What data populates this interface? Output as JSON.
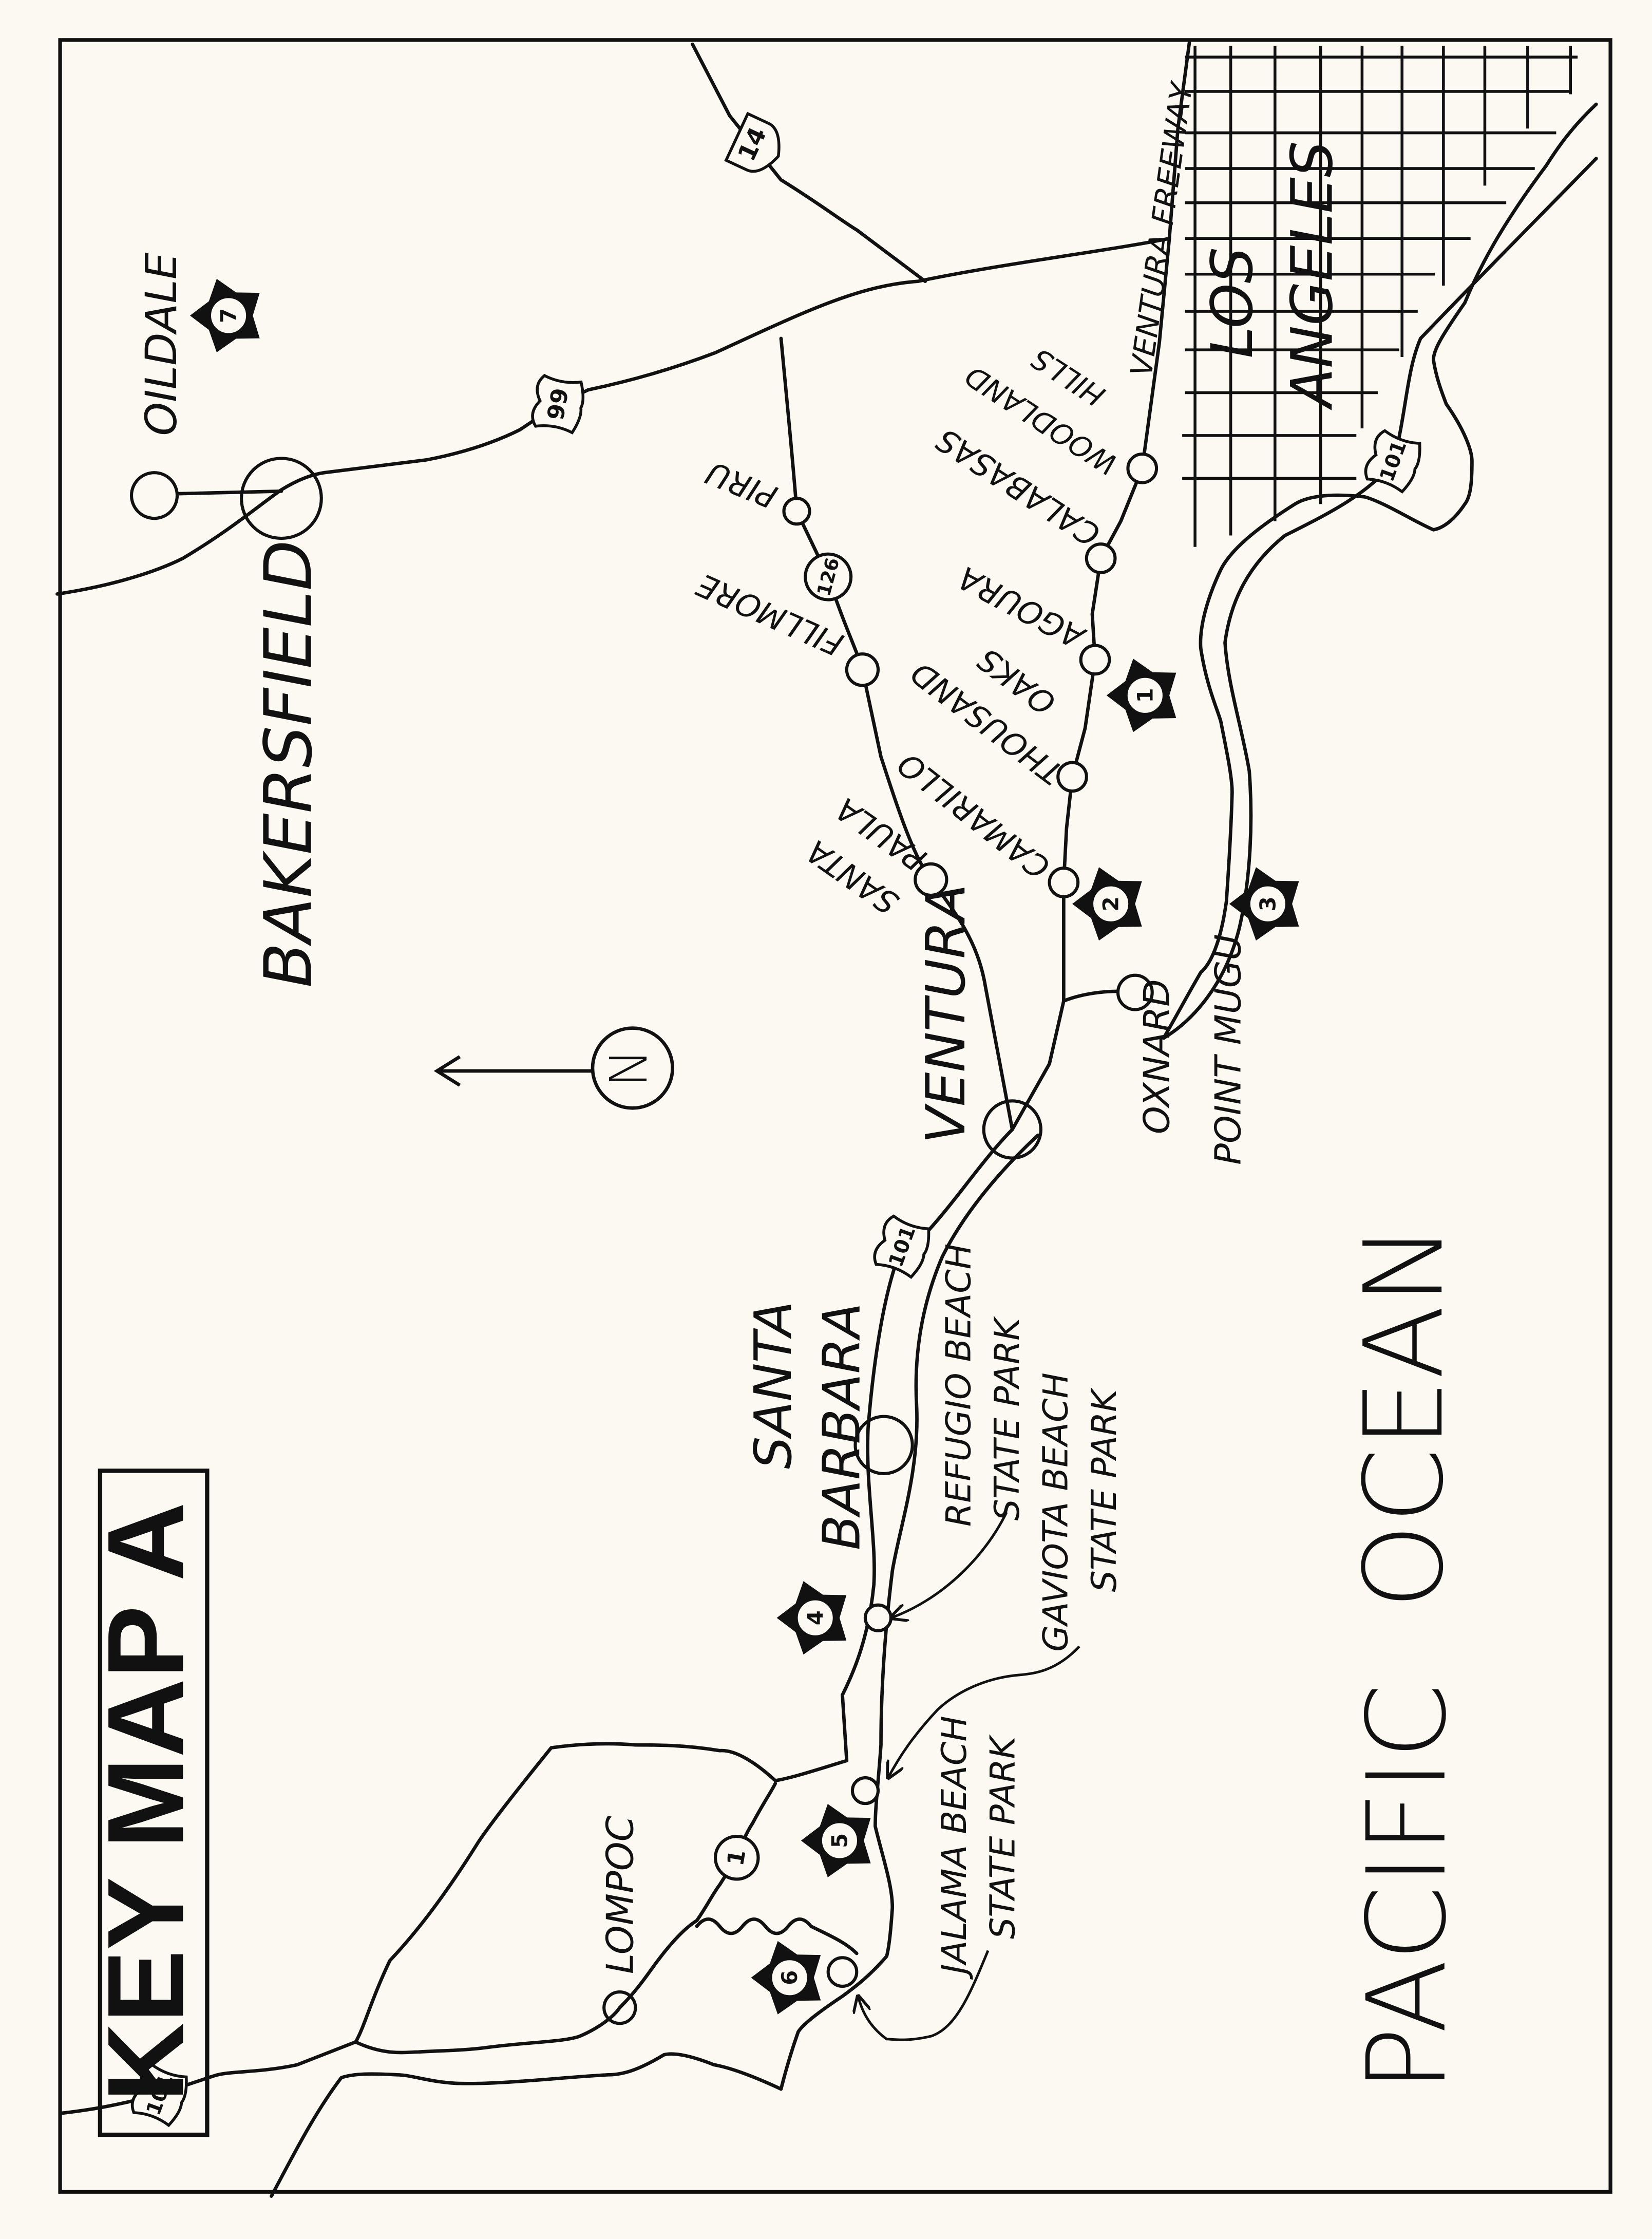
{
  "title": "KEY MAP A",
  "north_label": "N",
  "cities": {
    "bakersfield": "BAKERSFIELD",
    "oildale": "OILDALE",
    "los": "LOS",
    "angeles": "ANGELES",
    "ventura": "VENTURA",
    "oxnard": "OXNARD",
    "point_mugu": "POINT MUGU",
    "santa": "SANTA",
    "barbara": "BARBARA",
    "lompoc": "LOMPOC",
    "woodland": "WOODLAND",
    "hills": "HILLS",
    "calabasas": "CALABASAS",
    "agoura": "AGOURA",
    "thousand": "THOUSAND",
    "oaks": "OAKS",
    "camarillo": "CAMARILLO",
    "santa_paula_1": "SANTA",
    "santa_paula_2": "PAULA",
    "fillmore": "FILLMORE",
    "piru": "PIRU"
  },
  "roads": {
    "ventura_freeway": "VENTURA FREEWAY",
    "us101_la": "101",
    "us101_ventura": "101",
    "us101_west": "101",
    "us99": "99",
    "ca14": "14",
    "ca126": "126",
    "ca1": "1"
  },
  "parks": {
    "refugio_1": "REFUGIO BEACH",
    "refugio_2": "STATE PARK",
    "gaviota_1": "GAVIOTA BEACH",
    "gaviota_2": "STATE PARK",
    "jalama_1": "JALAMA BEACH",
    "jalama_2": "STATE PARK"
  },
  "ocean": {
    "pacific": "PACIFIC",
    "ocean": "OCEAN"
  },
  "gem_sites": [
    "1",
    "2",
    "3",
    "4",
    "5",
    "6",
    "7"
  ]
}
